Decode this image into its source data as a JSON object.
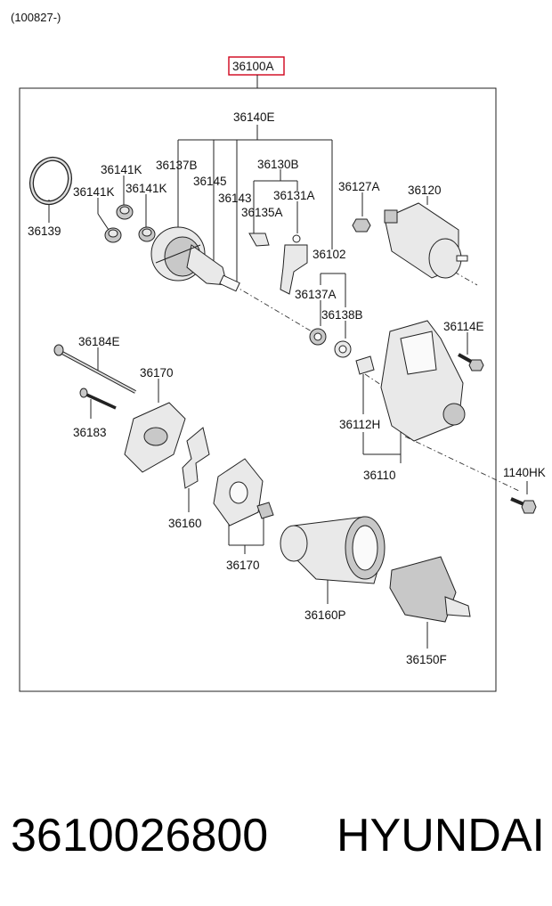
{
  "header": {
    "date_code": "(100827-)"
  },
  "diagram": {
    "assembly_part": "36100A",
    "labels": {
      "p36140E": "36140E",
      "p36137B": "36137B",
      "p36130B": "36130B",
      "p36141K_a": "36141K",
      "p36141K_b": "36141K",
      "p36141K_c": "36141K",
      "p36145": "36145",
      "p36143": "36143",
      "p36131A": "36131A",
      "p36135A": "36135A",
      "p36127A": "36127A",
      "p36120": "36120",
      "p36139": "36139",
      "p36102": "36102",
      "p36137A": "36137A",
      "p36138B": "36138B",
      "p36114E": "36114E",
      "p36184E": "36184E",
      "p36170_a": "36170",
      "p36183": "36183",
      "p36112H": "36112H",
      "p36110": "36110",
      "p1140HK": "1140HK",
      "p36160": "36160",
      "p36170_b": "36170",
      "p36160P": "36160P",
      "p36150F": "36150F"
    }
  },
  "footer": {
    "part_number": "3610026800",
    "brand": "HYUNDAI"
  },
  "colors": {
    "highlight": "#d0021b"
  }
}
